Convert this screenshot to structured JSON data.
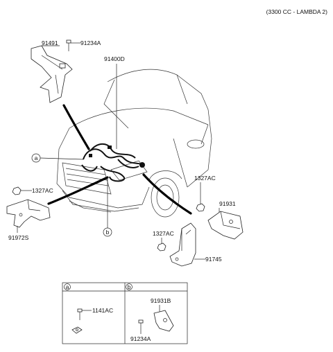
{
  "header": {
    "engine_note": "(3300 CC - LAMBDA 2)"
  },
  "parts": {
    "p91491": "91491",
    "p91234A_top": "91234A",
    "p91400D": "91400D",
    "p1327AC_left": "1327AC",
    "p91972S": "91972S",
    "p1327AC_right_top": "1327AC",
    "p91931": "91931",
    "p1327AC_right_bottom": "1327AC",
    "p91745": "91745"
  },
  "callouts": {
    "a": "a",
    "b": "b"
  },
  "detail_table": {
    "col_a": {
      "key": "a",
      "part": "1141AC"
    },
    "col_b": {
      "key": "b",
      "part_top": "91931B",
      "part_bottom": "91234A"
    }
  },
  "colors": {
    "ink": "#222222",
    "background": "#ffffff"
  }
}
